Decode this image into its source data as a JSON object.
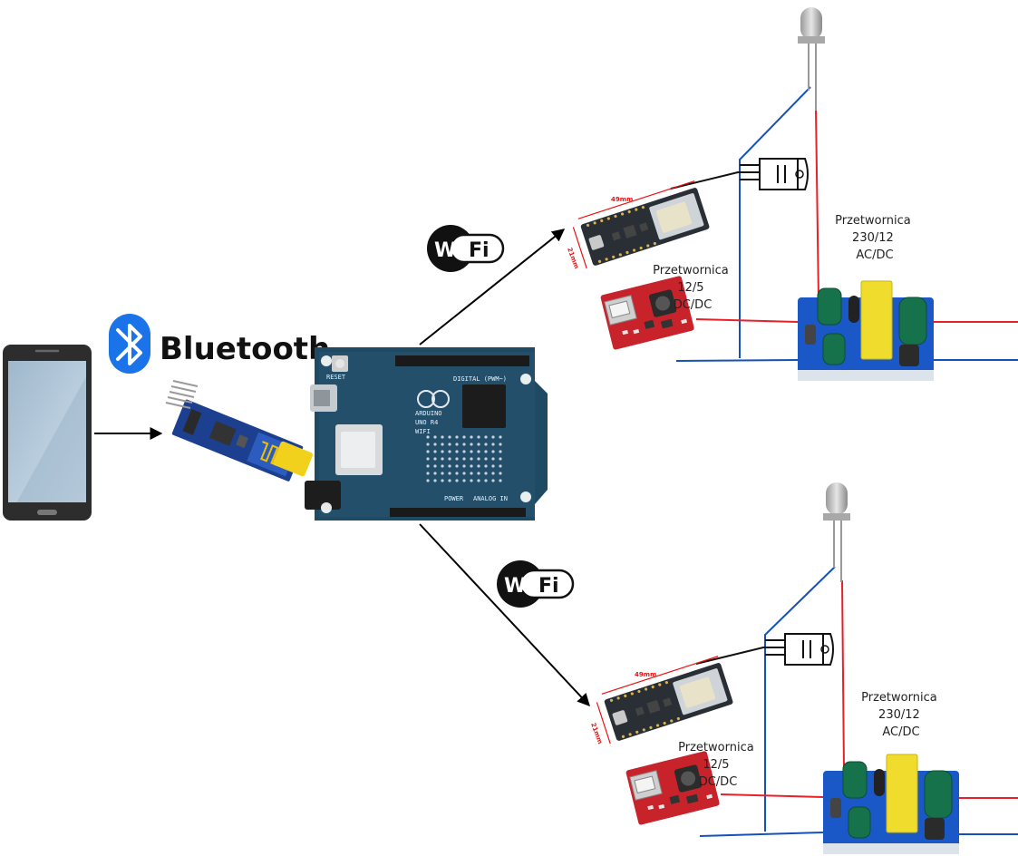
{
  "bluetooth": {
    "label": "Bluetooth"
  },
  "wifi_badges": [
    {
      "wi": "Wi",
      "fi": "Fi"
    },
    {
      "wi": "Wi",
      "fi": "Fi"
    }
  ],
  "arduino": {
    "brand": "ARDUINO",
    "model": "UNO R4",
    "variant": "WIFI",
    "reset": "RESET",
    "digital": "DIGITAL (PWM~)",
    "power": "POWER",
    "analog": "ANALOG IN"
  },
  "modules": [
    {
      "esp_length": "49mm",
      "esp_width": "21mm",
      "dcdc": {
        "line1": "Przetwornica",
        "line2": "12/5",
        "line3": "DC/DC"
      },
      "acdc": {
        "line1": "Przetwornica",
        "line2": "230/12",
        "line3": "AC/DC"
      }
    },
    {
      "esp_length": "49mm",
      "esp_width": "21mm",
      "dcdc": {
        "line1": "Przetwornica",
        "line2": "12/5",
        "line3": "DC/DC"
      },
      "acdc": {
        "line1": "Przetwornica",
        "line2": "230/12",
        "line3": "AC/DC"
      }
    }
  ],
  "colors": {
    "wire_red": "#e8202a",
    "wire_blue": "#1452b8",
    "pcb_blue": "#1c3f8f",
    "pcb_green": "#1e6b4a",
    "bt_blue": "#1a73e8"
  }
}
